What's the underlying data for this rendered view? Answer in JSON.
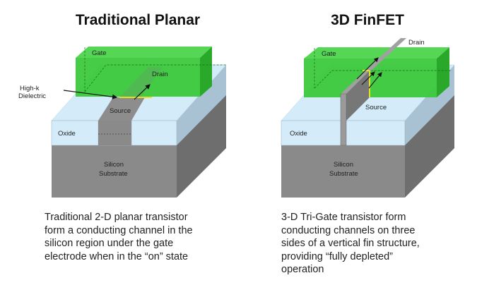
{
  "planar": {
    "title": "Traditional Planar",
    "labels": {
      "gate": "Gate",
      "drain": "Drain",
      "dielectric_1": "High-k",
      "dielectric_2": "Dielectric",
      "source": "Source",
      "oxide": "Oxide",
      "substrate_1": "Silicon",
      "substrate_2": "Substrate"
    },
    "caption": "Traditional 2-D planar transistor\nform a conducting channel in the\nsilicon region under the gate\nelectrode when in the “on” state"
  },
  "finfet": {
    "title": "3D FinFET",
    "labels": {
      "gate": "Gate",
      "drain": "Drain",
      "source": "Source",
      "oxide": "Oxide",
      "substrate_1": "Silicon",
      "substrate_2": "Substrate"
    },
    "caption": "3-D Tri-Gate transistor form\nconducting channels on three\nsides of a vertical fin structure,\nproviding “fully depleted”\noperation"
  },
  "colors": {
    "gate": "#3cc93c",
    "oxide": "#d4ecfa",
    "substrate": "#8a8a8a",
    "dielectric": "#e8e020"
  }
}
